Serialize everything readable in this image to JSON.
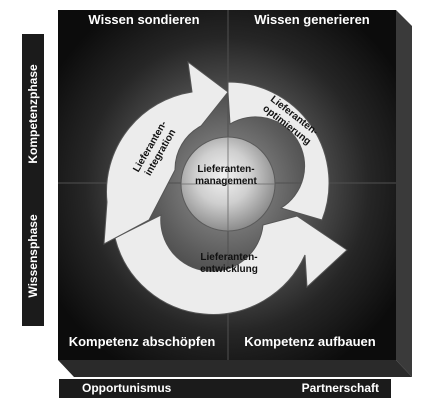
{
  "axes": {
    "vertical_top": "Kompetenzphase",
    "vertical_bottom": "Wissensphase",
    "horizontal_left": "Opportunismus",
    "horizontal_right": "Partnerschaft"
  },
  "quadrants": {
    "top_left": "Wissen sondieren",
    "top_right": "Wissen generieren",
    "bottom_left": "Kompetenz abschöpfen",
    "bottom_right": "Kompetenz aufbauen"
  },
  "cycle": {
    "integration": [
      "Lieferanten-",
      "integration"
    ],
    "optimierung": [
      "Lieferanten-",
      "optimierung"
    ],
    "entwicklung": [
      "Lieferanten-",
      "entwicklung"
    ],
    "management": [
      "Lieferanten-",
      "management"
    ]
  },
  "colors": {
    "board": "#101010",
    "board_side": "#3a3a3a",
    "ring": "#ececec",
    "ring_edge": "#555555",
    "axis_bar": "#1b1b1b"
  }
}
